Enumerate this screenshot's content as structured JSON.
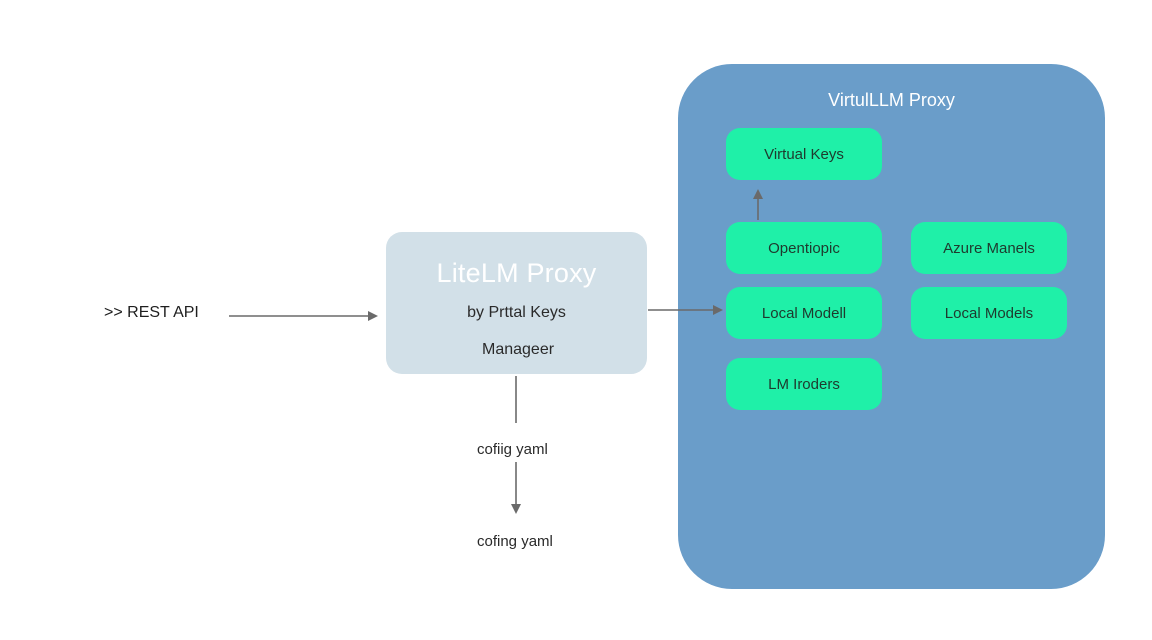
{
  "input": {
    "label": ">> REST API"
  },
  "litellm_proxy": {
    "title": "LiteLM Proxy",
    "line1": "by Prttal Keys",
    "line2": "Manageer"
  },
  "config": {
    "label_1": "cofiig yaml",
    "label_2": "cofing yaml"
  },
  "virtual_proxy": {
    "title": "VirtulLLM Proxy",
    "nodes": {
      "virtual_keys": "Virtual Keys",
      "opentopic": "Opentiopic",
      "local_modell": "Local Modell",
      "lm_iroders": "LM Iroders",
      "azure_manels": "Azure Manels",
      "local_models": "Local Models"
    }
  },
  "colors": {
    "proxy_box": "#d2e0e8",
    "virtual_panel": "#6a9dc9",
    "node": "#1ff0a8",
    "arrow": "#6a6a6a"
  }
}
